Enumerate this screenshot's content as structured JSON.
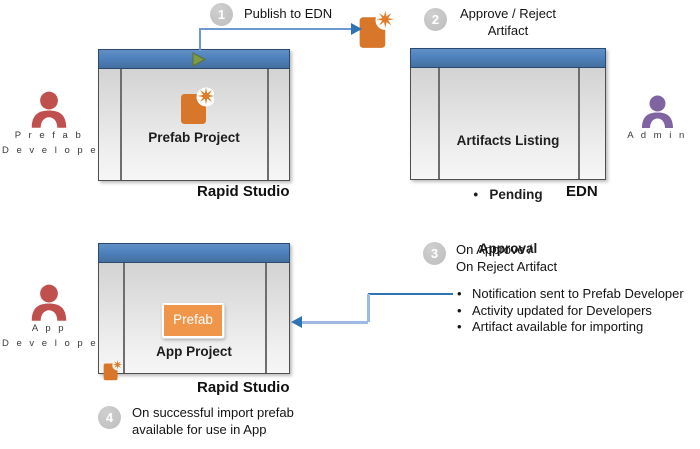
{
  "steps": {
    "s1": {
      "num": "1",
      "label": "Publish to EDN"
    },
    "s2": {
      "num": "2",
      "line1": "Approve / Reject",
      "line2": "Artifact"
    },
    "s3": {
      "num": "3",
      "line1": "On Approve /",
      "line2": "On Reject Artifact"
    },
    "s4": {
      "num": "4",
      "line1": "On successful import prefab",
      "line2": "available for use in App"
    }
  },
  "actors": {
    "prefab_developer": {
      "line1": "P r e f a b",
      "line2": "D e v e l o p e r"
    },
    "admin": {
      "line1": "A d m i n"
    },
    "app_developer": {
      "line1": "A p p",
      "line2": "D e v e l o p e r"
    }
  },
  "windows": {
    "studio1": {
      "content": "Prefab Project",
      "caption": "Rapid Studio"
    },
    "edn": {
      "line1": "Artifacts Listing",
      "line2": "•   Pending",
      "line3": "Approval",
      "caption": "EDN"
    },
    "studio2": {
      "button": "Prefab",
      "content": "App Project",
      "caption": "Rapid Studio"
    }
  },
  "notes": [
    "Notification sent to Prefab Developer",
    "Activity updated for Developers",
    "Artifact available for importing"
  ],
  "icons": {
    "new_artifact": "orange document with starburst (new artifact)",
    "run": "green play triangle (run/publish)",
    "person": "user silhouette"
  },
  "colors": {
    "titlebar_blue": "#4F81BD",
    "artifact_orange": "#D8762A",
    "prefab_button_orange": "#F0964B",
    "developer_red": "#C0504D",
    "admin_purple": "#8064A2",
    "connector_blue": "#2E74B5",
    "connector_light_blue": "#9CBBE0",
    "step_circle_gray": "#BFBFBF",
    "run_green": "#7D9A44"
  }
}
